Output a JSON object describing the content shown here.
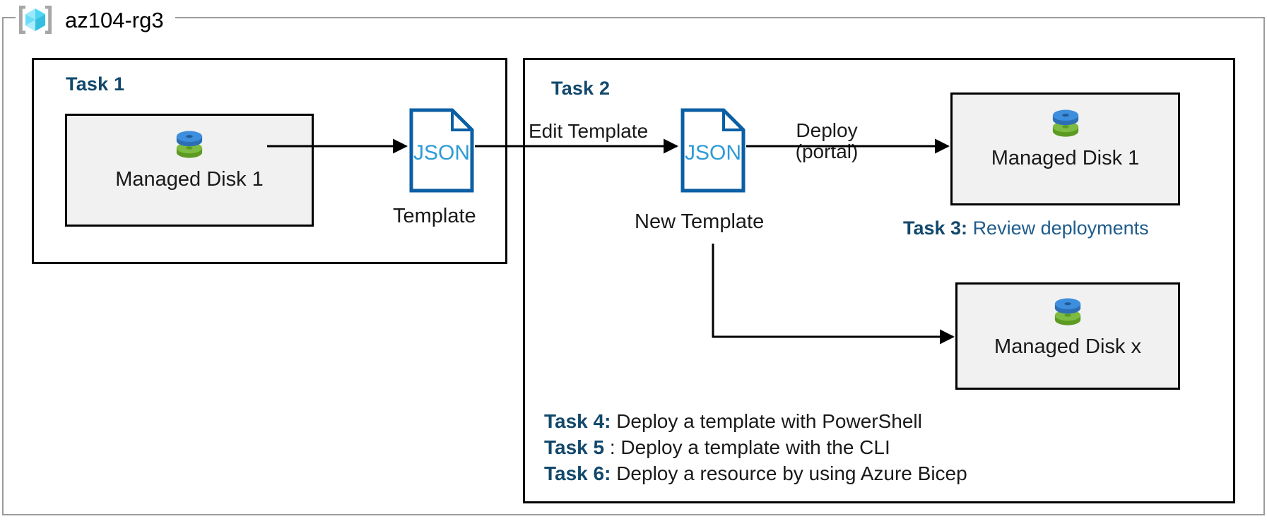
{
  "resource_group": {
    "name": "az104-rg3",
    "icon": "azure-resource-group-cube-icon"
  },
  "task1": {
    "heading": "Task 1",
    "resource": {
      "label": "Managed Disk 1",
      "icon": "managed-disk-icon"
    },
    "template": {
      "doc_text": "JSON",
      "caption": "Template",
      "icon": "json-document-icon"
    }
  },
  "task2": {
    "heading": "Task 2",
    "edge_edit_label": "Edit Template",
    "new_template": {
      "doc_text": "JSON",
      "caption": "New Template",
      "icon": "json-document-icon"
    },
    "edge_deploy_label_line1": "Deploy",
    "edge_deploy_label_line2": "(portal)",
    "resource_top": {
      "label": "Managed Disk 1",
      "icon": "managed-disk-icon"
    },
    "resource_bottom": {
      "label": "Managed Disk x",
      "icon": "managed-disk-icon"
    }
  },
  "task3": {
    "key": "Task 3:",
    "value": "Review deployments"
  },
  "task_list": [
    {
      "key": "Task 4:",
      "value": "Deploy a template with PowerShell"
    },
    {
      "key": "Task 5",
      "value": ": Deploy a template with the CLI"
    },
    {
      "key": "Task 6:",
      "value": "Deploy a resource by using Azure Bicep"
    }
  ],
  "colors": {
    "task_heading_blue": "#12486B",
    "task3_value_blue": "#1F5C8C",
    "json_outline_blue": "#0B5FA4",
    "json_text_blue": "#2E9BD6",
    "disk_blue": "#3E8EDE",
    "disk_green": "#7DBB42",
    "resource_box_fill": "#F1F1F1",
    "rg_border_gray": "#9C9C9C",
    "cube_cyan_light": "#9BE8FB",
    "cube_cyan_mid": "#4FD6F5",
    "cube_cyan_dark": "#34BEE0",
    "bracket_gray": "#A6A6A6",
    "bottom_bar": "#000000"
  },
  "bottom_bar": {
    "present": true
  }
}
